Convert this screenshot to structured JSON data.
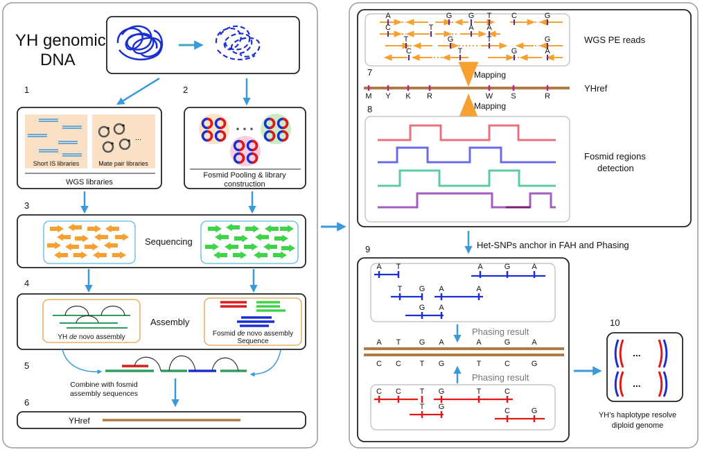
{
  "left": {
    "title_line1": "YH genomics",
    "title_line2": "DNA",
    "step1": "1",
    "step2": "2",
    "step3": "3",
    "step4": "4",
    "step5": "5",
    "step6": "6",
    "short_is": "Short IS libraries",
    "mate_pair": "Mate pair libraries",
    "ellipsis": "...",
    "wgs_libraries": "WGS libraries",
    "fosmid_pool_line1": "Fosmid Pooling & library",
    "fosmid_pool_line2": "construction",
    "sequencing": "Sequencing",
    "assembly": "Assembly",
    "yh_denovo_pre": "YH ",
    "yh_denovo_it": "de",
    "yh_denovo_post": " novo assembly",
    "fosmid_denovo_pre": "Fosmid ",
    "fosmid_denovo_it": "de",
    "fosmid_denovo_post": " novo assembly",
    "fosmid_denovo_line2": "Sequence",
    "combine_line1": "Combine with fosmid",
    "combine_line2": "assembly sequences",
    "yhref": "YHref"
  },
  "right": {
    "wgs_pe_reads": "WGS PE reads",
    "step7": "7",
    "step8": "8",
    "step9": "9",
    "step10": "10",
    "mapping_top": "Mapping",
    "mapping_bottom": "Mapping",
    "yhref": "YHref",
    "ref_letters": [
      "M",
      "Y",
      "K",
      "R",
      "W",
      "S",
      "R"
    ],
    "read_letters": [
      "A",
      "G",
      "G",
      "T",
      "C",
      "G",
      "C",
      "T",
      "A",
      "A",
      "T",
      "G",
      "T",
      "G",
      "C",
      "T",
      "G",
      "A"
    ],
    "fosmid_regions_line1": "Fosmid regions",
    "fosmid_regions_line2": "detection",
    "het_snps": "Het-SNPs anchor in FAH and Phasing",
    "blue_letters": [
      "A",
      "T",
      "A",
      "G",
      "A",
      "T",
      "G",
      "A",
      "A",
      "G",
      "A"
    ],
    "phasing_result_top": "Phasing result",
    "phasing_result_bottom": "Phasing result",
    "hap1_letters": [
      "A",
      "T",
      "G",
      "A",
      "A",
      "G",
      "A"
    ],
    "hap2_letters": [
      "C",
      "C",
      "T",
      "G",
      "T",
      "C",
      "G"
    ],
    "red_letters": [
      "C",
      "C",
      "T",
      "G",
      "T",
      "C",
      "T",
      "G",
      "C",
      "G"
    ],
    "diploid_ellipsis_top": "...",
    "diploid_ellipsis_bottom": "...",
    "diploid_line1": "YH’s haplotype resolve",
    "diploid_line2": "diploid genome"
  },
  "colors": {
    "arrow_blue": "#3a9ad9",
    "orange": "#f5a030",
    "green": "#3fd34a",
    "ref_brown": "#b07a45",
    "read_blue": "#1a2fd0",
    "read_red": "#e01818",
    "track_red": "#e8707a",
    "track_blue": "#6a6ae8",
    "track_teal": "#5ec9a8",
    "track_purple": "#a35cc0"
  }
}
